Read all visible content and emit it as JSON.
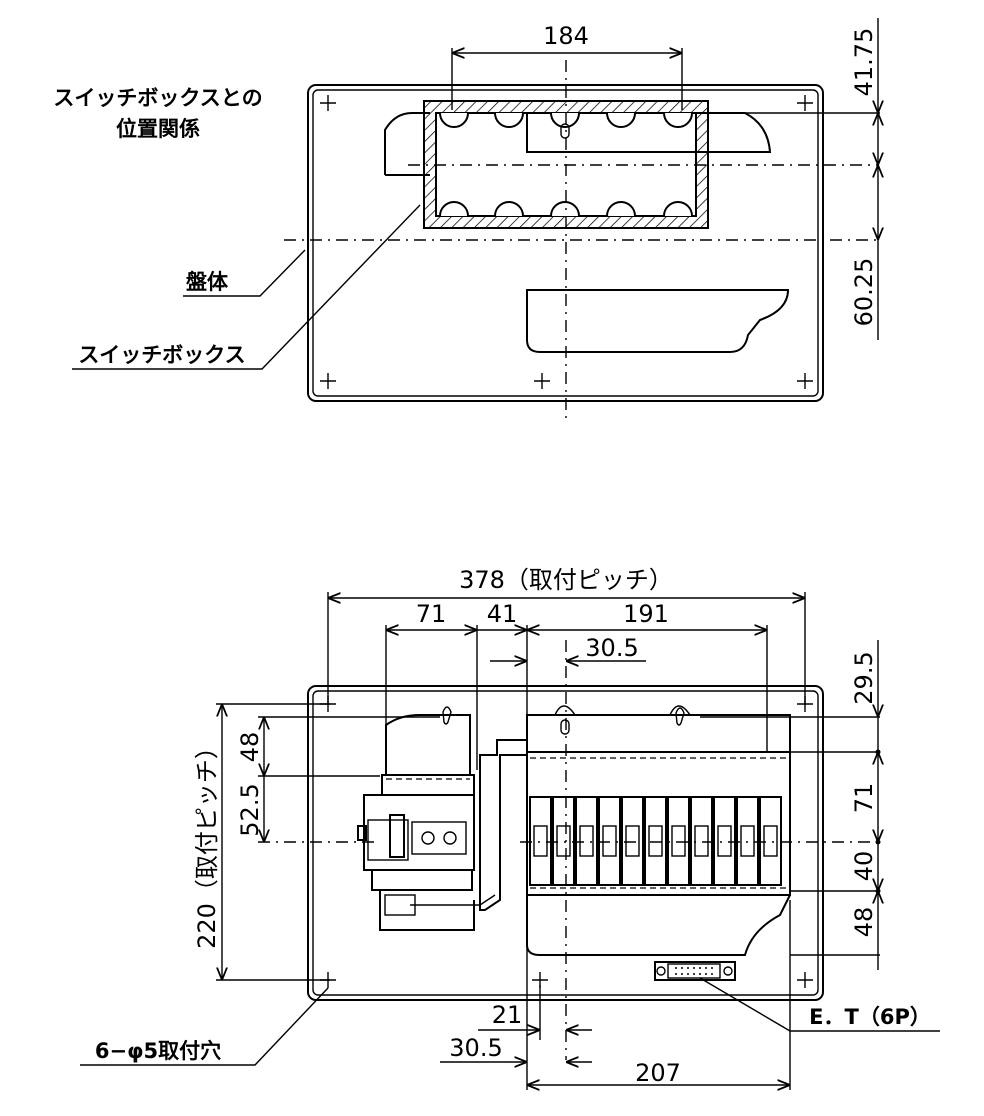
{
  "top_view": {
    "title_line1": "スイッチボックスとの",
    "title_line2": "位置関係",
    "dim_width": "184",
    "dim_upper": "41.75",
    "dim_lower": "60.25",
    "label_panel": "盤体",
    "label_switchbox": "スイッチボックス"
  },
  "bottom_view": {
    "dim_pitch_h": "378（取付ピッチ）",
    "dim_71_top": "71",
    "dim_41": "41",
    "dim_191": "191",
    "dim_30_5_top": "30.5",
    "dim_pitch_v": "220（取付ピッチ）",
    "dim_48_left": "48",
    "dim_52_5": "52.5",
    "dim_29_5": "29.5",
    "dim_71_right": "71",
    "dim_40": "40",
    "dim_48_right": "48",
    "dim_21": "21",
    "dim_30_5_bottom": "30.5",
    "dim_207": "207",
    "label_holes": "6−φ5取付穴",
    "label_et": "E．T（6P）"
  }
}
